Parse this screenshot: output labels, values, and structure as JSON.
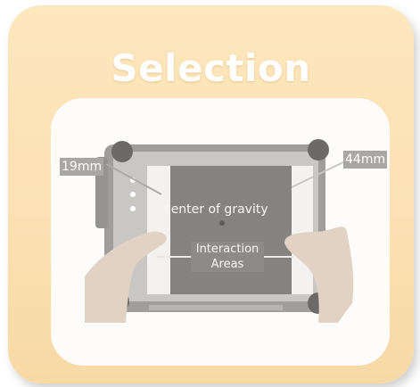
{
  "title": "Selection",
  "labels": {
    "left_margin": "19mm",
    "right_margin": "44mm",
    "center": "center of gravity",
    "interaction_line1": "Interaction",
    "interaction_line2": "Areas"
  },
  "colors": {
    "card": "#fbe1b3",
    "inner": "#fdfcfa",
    "label_bg": "#a9a7a4",
    "screen": "#6a6864",
    "frame": "#8a8987"
  },
  "icons": [
    "tablet-image",
    "hands-image",
    "center-dot-icon"
  ]
}
